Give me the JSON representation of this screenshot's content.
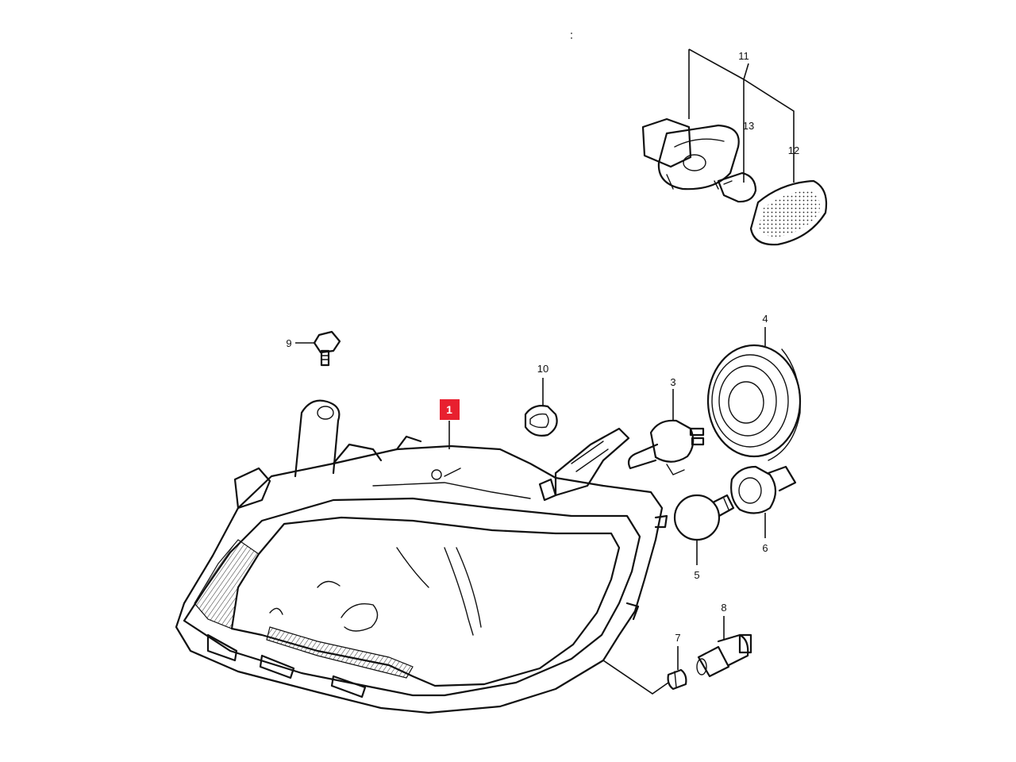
{
  "callouts": {
    "p1": "1",
    "p3": "3",
    "p4": "4",
    "p5": "5",
    "p6": "6",
    "p7": "7",
    "p8": "8",
    "p9": "9",
    "p10": "10",
    "p11": "11",
    "p12": "12",
    "p13": "13"
  },
  "highlight_color": "#e8202f",
  "highlighted_callout": "1"
}
